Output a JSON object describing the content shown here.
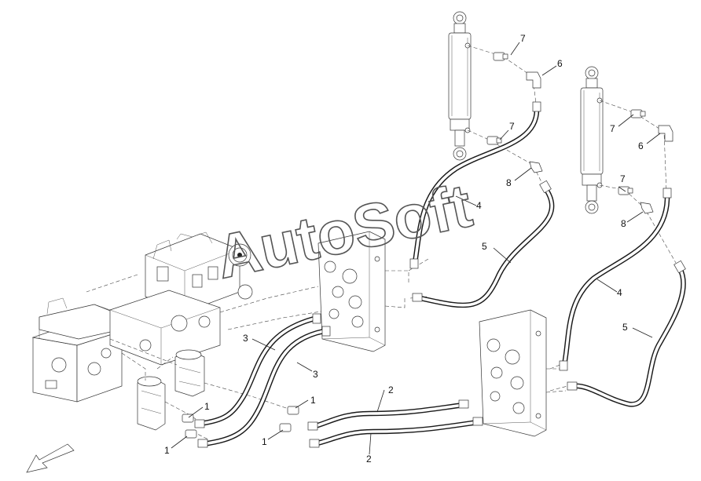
{
  "watermark": "AutoSoft",
  "callouts": {
    "c1a": "1",
    "c1b": "1",
    "c1c": "1",
    "c1d": "1",
    "c2a": "2",
    "c2b": "2",
    "c3a": "3",
    "c3b": "3",
    "c4a": "4",
    "c4b": "4",
    "c5a": "5",
    "c5b": "5",
    "c6a": "6",
    "c6b": "6",
    "c7a": "7",
    "c7b": "7",
    "c7c": "7",
    "c7d": "7",
    "c8a": "8",
    "c8b": "8"
  }
}
